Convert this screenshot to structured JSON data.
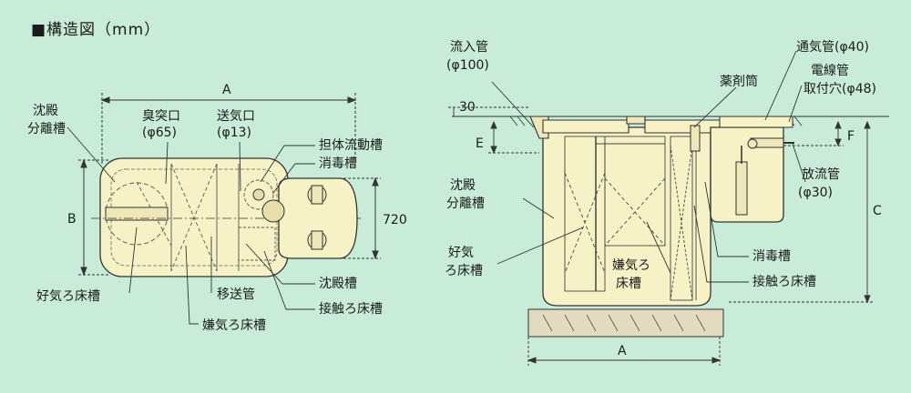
{
  "title": "■構造図（mm）",
  "colors": {
    "background": "#c9ecd9",
    "tank_fill": "#f7f1c6",
    "outline": "#333333"
  },
  "top_view": {
    "dim_a": "A",
    "dim_b": "B",
    "dim_720": "720",
    "labels": {
      "chinden_bunri_1": "沈殿",
      "chinden_bunri_2": "分離槽",
      "shutotsu_1": "臭突口",
      "shutotsu_2": "(φ65)",
      "sokiko_1": "送気口",
      "sokiko_2": "(φ13)",
      "tantai": "担体流動槽",
      "shodoku": "消毒槽",
      "koki": "好気ろ床槽",
      "isokan": "移送管",
      "chinden": "沈殿槽",
      "sesshoku": "接触ろ床槽",
      "kenki": "嫌気ろ床槽"
    }
  },
  "side_view": {
    "dim_30": "30",
    "dim_e": "E",
    "dim_f": "F",
    "dim_c": "C",
    "dim_a": "A",
    "labels": {
      "ryunyu_1": "流入管",
      "ryunyu_2": "(φ100)",
      "yakuzai": "薬剤筒",
      "tsuki": "通気管(φ40)",
      "densen_1": "電線管",
      "densen_2": "取付穴(φ48)",
      "horyu_1": "放流管",
      "horyu_2": "(φ30)",
      "chinden_bunri_1": "沈殿",
      "chinden_bunri_2": "分離槽",
      "koki_1": "好気",
      "koki_2": "ろ床槽",
      "kenki_1": "嫌気ろ",
      "kenki_2": "床槽",
      "shodoku": "消毒槽",
      "sesshoku": "接触ろ床槽"
    }
  }
}
